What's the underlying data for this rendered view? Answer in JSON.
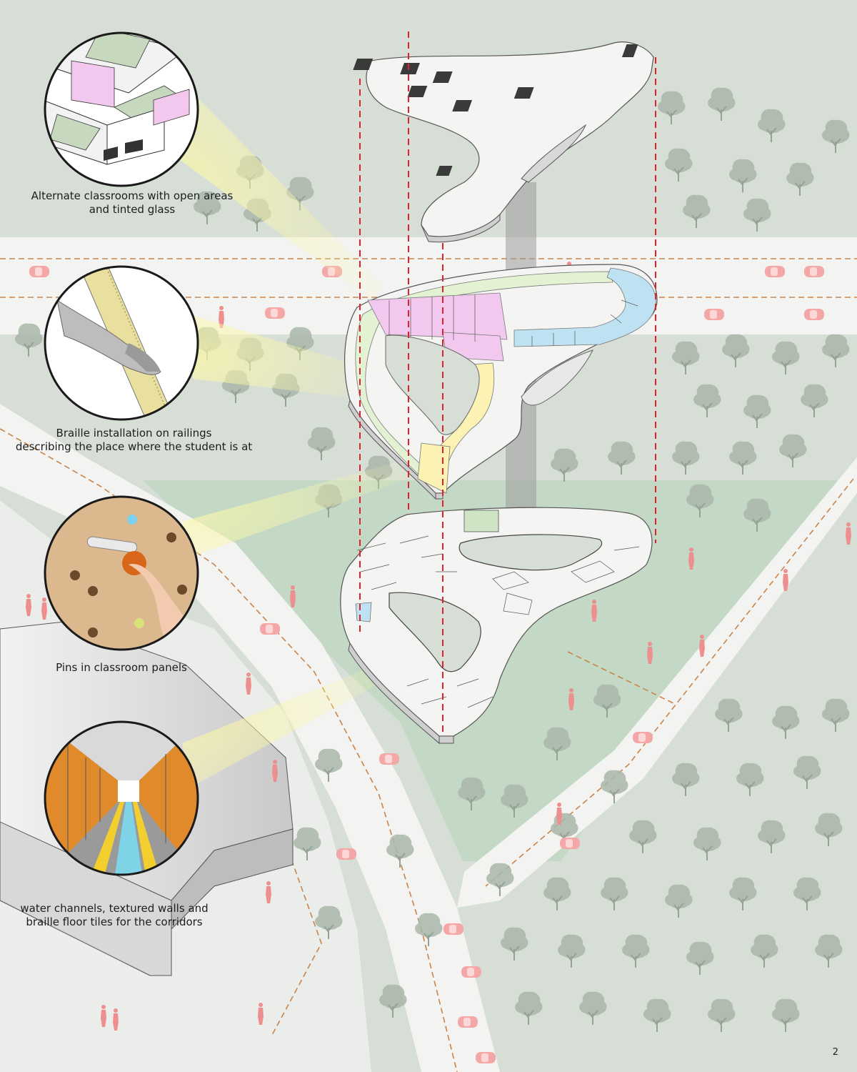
{
  "captions": [
    {
      "lines": [
        "Alternate classrooms with open areas",
        "and tinted glass"
      ]
    },
    {
      "lines": [
        "Braille installation on railings",
        "describing the place where  the student is at"
      ]
    },
    {
      "lines": [
        "Pins in classroom panels"
      ]
    },
    {
      "lines": [
        "water channels, textured walls and",
        "braille floor tiles for the corridors"
      ]
    }
  ],
  "page_number": "2",
  "colors": {
    "ground": "#d7ded6",
    "road": "#f3f3f2",
    "site": "#bfd8c3",
    "tree": "#a9b6a9",
    "guide_line": "#e0202a",
    "road_marking": "#c8844a",
    "car": "#f4a7a7",
    "person": "#ee8f8f",
    "zone_pink": "#f3c8ee",
    "zone_blue": "#bfe2f2",
    "zone_yellow": "#fbf2b3",
    "zone_green": "#e2f2d3",
    "light_beam": "#fbf7a8",
    "wall_orange": "#e08a2c",
    "panel_wood": "#dcb88e"
  },
  "icons": [
    "tree-icon",
    "car-icon",
    "person-icon",
    "hand-icon",
    "railing-icon",
    "pin-icon"
  ]
}
